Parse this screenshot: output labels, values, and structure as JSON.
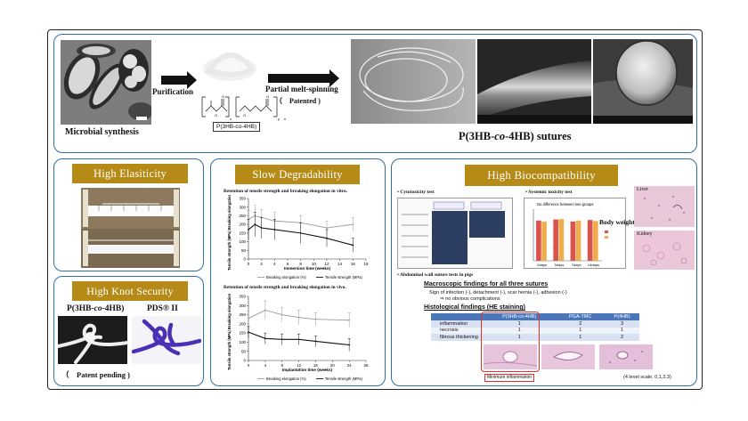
{
  "top": {
    "step1": "Microbial synthesis",
    "step2": "Purification",
    "step3": "Partial melt-spinning",
    "patented": "（　Patented )",
    "polymer_label": "P(3HB-co-4HB)",
    "result_pre": "P(3HB-",
    "result_co": "co",
    "result_post": "-4HB) sutures",
    "struct_x": "x",
    "struct_y": "y",
    "struct_n": "n"
  },
  "elasticity": {
    "title": "High Elasiticity"
  },
  "knot": {
    "title": "High Knot Security",
    "left_pre": "P(3HB-",
    "left_co": "co",
    "left_post": "-4HB)",
    "right_label": "PDS® II",
    "pending": "（　Patent pending )"
  },
  "degrad": {
    "title": "Slow Degradability",
    "chart1_title": "Retention of tensile strength and breaking elongation in vitro.",
    "chart2_title": "Retention of tensile strength and breaking elongation in vivo."
  },
  "biocomp": {
    "title": "High Biocompatibility",
    "cyto_label": "Cytotoxicity test",
    "systemic_label": "Systemic toxicity test",
    "liver_label": "Liver",
    "kidney_label": "Kidney",
    "body_weight_label": "Body weight",
    "no_diff": "No difference between two groups",
    "abdominal_label": "Abdominal wall suture tests in pigs",
    "macro_title": "Macroscopic findings for all three sutures",
    "macro_line1": "Sign of infection (-), detachment (-), scar hernia (-), adhesion (-)",
    "macro_line2": "⇒ no obvious complications",
    "histo_title": "Histological findings (HE staining)",
    "table_headers": [
      "",
      "P(3HB-co-4HB)",
      "PGA-TMC",
      "P(4HB)"
    ],
    "table_rows": [
      [
        "inflammation",
        "1",
        "2",
        "3"
      ],
      [
        "necrosis",
        "1",
        "1",
        "1"
      ],
      [
        "fibrous thickening",
        "1",
        "1",
        "2"
      ]
    ],
    "min_inflammation": "Minimum inflammation",
    "scale_note": "(4 level scale; 0,1,2,3)"
  },
  "chart_data": [
    {
      "type": "line",
      "title": "Retention of tensile strength and breaking elongation in vitro.",
      "xlabel": "Immersion time (weeks)",
      "ylabel": "Tensile strength (MPa) Breaking elongation (%)",
      "xlim": [
        0,
        18
      ],
      "ylim": [
        0,
        350
      ],
      "x_ticks": [
        0,
        2,
        4,
        6,
        8,
        10,
        12,
        14,
        16,
        18
      ],
      "y_ticks": [
        0,
        50,
        100,
        150,
        200,
        250,
        300,
        350
      ],
      "legend_position": "bottom",
      "series": [
        {
          "name": "Breaking elongation (%)",
          "color": "#9a9a9a",
          "x": [
            0,
            1,
            2,
            4,
            8,
            12,
            16
          ],
          "y": [
            230,
            250,
            240,
            220,
            210,
            180,
            200
          ],
          "err": [
            50,
            60,
            45,
            50,
            40,
            40,
            40
          ]
        },
        {
          "name": "Tensile strength (MPa)",
          "color": "#111111",
          "x": [
            0,
            1,
            2,
            4,
            8,
            12,
            16
          ],
          "y": [
            170,
            200,
            180,
            170,
            150,
            120,
            80
          ],
          "err": [
            60,
            70,
            60,
            60,
            60,
            50,
            40
          ]
        }
      ]
    },
    {
      "type": "line",
      "title": "Retention of tensile strength and breaking elongation in vivo.",
      "xlabel": "Implantation time (weeks)",
      "ylabel": "Tensile strength (MPa) Breaking elongation (%)",
      "xlim": [
        0,
        28
      ],
      "ylim": [
        0,
        350
      ],
      "x_ticks": [
        0,
        4,
        8,
        12,
        16,
        20,
        24,
        28
      ],
      "y_ticks": [
        0,
        50,
        100,
        150,
        200,
        250,
        300,
        350
      ],
      "legend_position": "bottom",
      "series": [
        {
          "name": "Breaking elongation (%)",
          "color": "#9a9a9a",
          "x": [
            0,
            4,
            8,
            12,
            16,
            24
          ],
          "y": [
            230,
            275,
            250,
            235,
            225,
            220
          ],
          "err": [
            40,
            50,
            40,
            40,
            35,
            40
          ]
        },
        {
          "name": "Tensile strength (MPa)",
          "color": "#111111",
          "x": [
            0,
            4,
            8,
            12,
            16,
            24
          ],
          "y": [
            155,
            120,
            115,
            115,
            105,
            85
          ],
          "err": [
            30,
            30,
            30,
            30,
            30,
            35
          ]
        }
      ]
    },
    {
      "type": "bar",
      "title": "",
      "categories": [
        "0days",
        "3days",
        "7days",
        "14days"
      ],
      "series": [
        {
          "name": "",
          "color": "#d9534f",
          "values": [
            78,
            80,
            76,
            79
          ]
        },
        {
          "name": "",
          "color": "#f0ad4e",
          "values": [
            76,
            81,
            78,
            77
          ]
        }
      ],
      "ylim": [
        0,
        100
      ]
    }
  ]
}
